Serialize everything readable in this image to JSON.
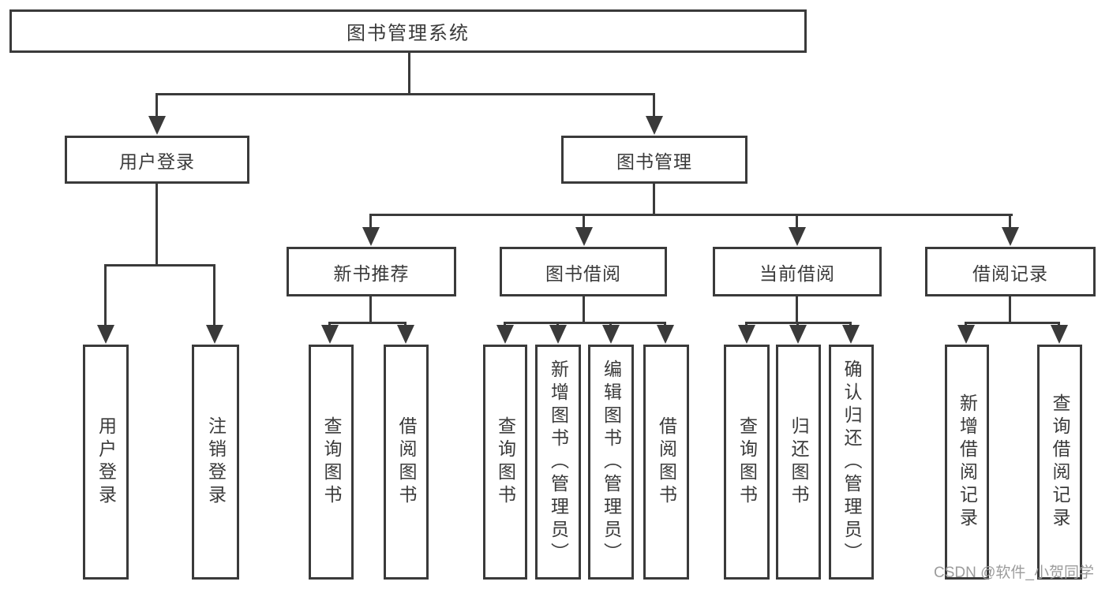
{
  "tree": {
    "root": {
      "label": "图书管理系统"
    },
    "branches": [
      {
        "label": "用户登录",
        "leaves": [
          {
            "label": "用户登录"
          },
          {
            "label": "注销登录"
          }
        ]
      },
      {
        "label": "图书管理",
        "sections": [
          {
            "label": "新书推荐",
            "leaves": [
              {
                "label": "查询图书"
              },
              {
                "label": "借阅图书"
              }
            ]
          },
          {
            "label": "图书借阅",
            "leaves": [
              {
                "label": "查询图书"
              },
              {
                "label": "新增图书（管理员）"
              },
              {
                "label": "编辑图书（管理员）"
              },
              {
                "label": "借阅图书"
              }
            ]
          },
          {
            "label": "当前借阅",
            "leaves": [
              {
                "label": "查询图书"
              },
              {
                "label": "归还图书"
              },
              {
                "label": "确认归还（管理员）"
              }
            ]
          },
          {
            "label": "借阅记录",
            "leaves": [
              {
                "label": "新增借阅记录"
              },
              {
                "label": "查询借阅记录"
              }
            ]
          }
        ]
      }
    ]
  },
  "watermark": {
    "text": "CSDN @软件_小贺同学"
  },
  "colors": {
    "line": "#3a3a3a",
    "watermark": "#9c9c9c"
  }
}
